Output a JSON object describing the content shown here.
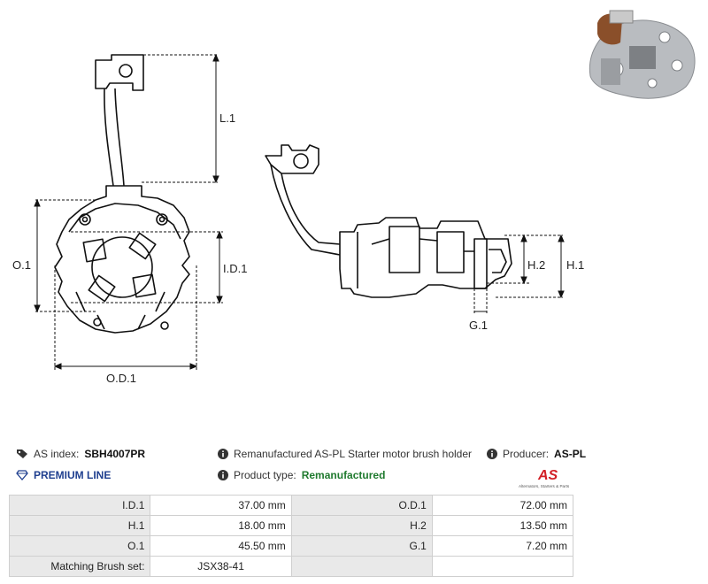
{
  "dims": {
    "l1": "L.1",
    "id1": "I.D.1",
    "o1": "O.1",
    "od1": "O.D.1",
    "h1": "H.1",
    "h2": "H.2",
    "g1": "G.1"
  },
  "info": {
    "as_index_label": "AS index:",
    "as_index_value": "SBH4007PR",
    "description": "Remanufactured AS-PL Starter motor brush holder",
    "producer_label": "Producer:",
    "producer_value": "AS-PL",
    "premium_line": "PREMIUM LINE",
    "product_type_label": "Product type:",
    "product_type_value": "Remanufactured",
    "logo_text": "AS",
    "logo_tagline": "Alternators, Starters & Parts"
  },
  "specs": {
    "rows": [
      {
        "l1": "I.D.1",
        "v1": "37.00 mm",
        "l2": "O.D.1",
        "v2": "72.00 mm"
      },
      {
        "l1": "H.1",
        "v1": "18.00 mm",
        "l2": "H.2",
        "v2": "13.50 mm"
      },
      {
        "l1": "O.1",
        "v1": "45.50 mm",
        "l2": "G.1",
        "v2": "7.20 mm"
      },
      {
        "l1": "Matching Brush set:",
        "v1": "JSX38-41",
        "l2": "",
        "v2": ""
      }
    ]
  },
  "colors": {
    "premium": "#1f3f8f",
    "remanufactured": "#1f7a2e",
    "logo_red": "#d21f26"
  }
}
